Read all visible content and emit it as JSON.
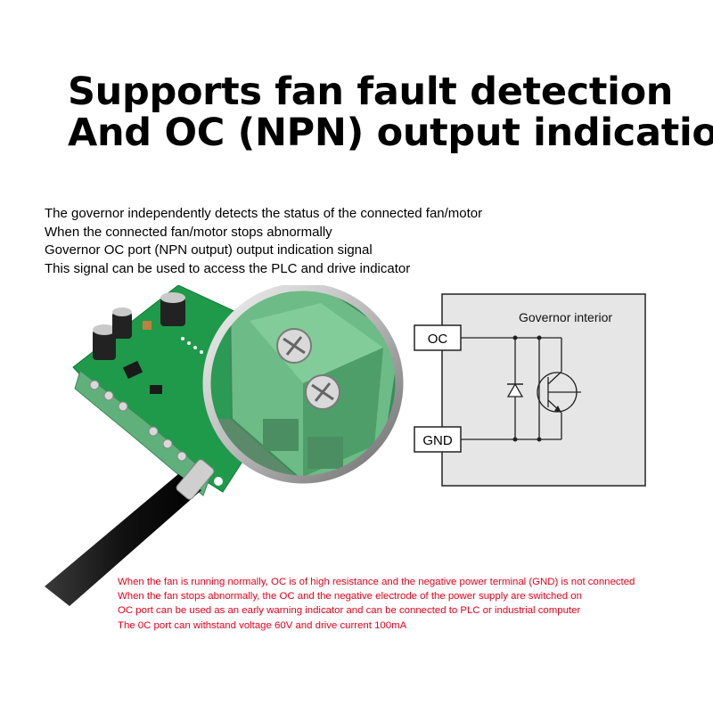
{
  "headline": {
    "line1": "Supports fan fault detection",
    "line2": "And OC (NPN) output indication"
  },
  "intro": [
    "The governor independently detects the status of the connected fan/motor",
    "When the connected fan/motor stops abnormally",
    "Governor OC port (NPN output) output indication signal",
    "This signal can be used to access the PLC and drive indicator"
  ],
  "schematic": {
    "title": "Governor interior",
    "pin_top": "OC",
    "pin_bottom": "GND"
  },
  "notes": {
    "color": "#e8001c",
    "lines": [
      "When the fan is running normally, OC is of high resistance and the negative power terminal (GND) is not connected",
      "When the fan stops abnormally, the OC and the negative electrode of the power supply are switched on",
      "OC port can be used as an early warning indicator and can be connected to PLC or industrial computer",
      "The 0C port can withstand voltage 60V and drive current 100mA"
    ]
  },
  "colors": {
    "pcb_green": "#1f9a4a",
    "terminal_green": "#5fb07a",
    "schematic_fill": "#e6e6e6"
  }
}
